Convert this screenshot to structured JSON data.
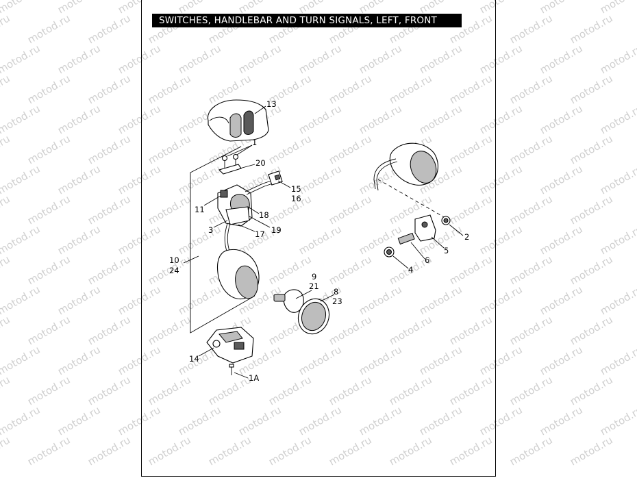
{
  "title": "SWITCHES, HANDLEBAR AND TURN SIGNALS, LEFT, FRONT",
  "watermark": "motod.ru",
  "callouts": [
    "13",
    "1",
    "20",
    "15",
    "16",
    "11",
    "18",
    "3",
    "19",
    "17",
    "10",
    "24",
    "9",
    "21",
    "8",
    "23",
    "14",
    "1A",
    "2",
    "5",
    "6",
    "4"
  ]
}
